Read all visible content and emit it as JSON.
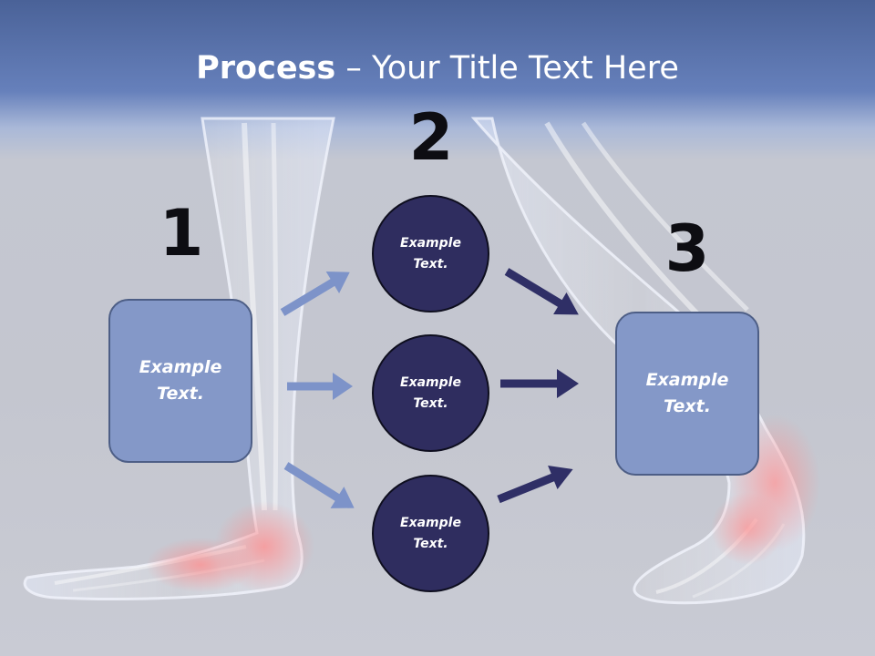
{
  "title": {
    "bold": "Process",
    "rest": " – Your Title Text Here"
  },
  "steps": [
    {
      "number": "1",
      "text": "Example\nText."
    },
    {
      "number": "2",
      "text": "Example\nText."
    },
    {
      "number": "3",
      "text": "Example\nText."
    }
  ],
  "circles": [
    {
      "text": "Example\nText."
    },
    {
      "text": "Example\nText."
    },
    {
      "text": "Example\nText."
    }
  ],
  "colors": {
    "header": "#6680bb",
    "box_fill": "#8498c8",
    "circle_fill": "#2f2d5f",
    "arrow_light": "#7d93c9",
    "arrow_dark": "#2f2f66"
  }
}
